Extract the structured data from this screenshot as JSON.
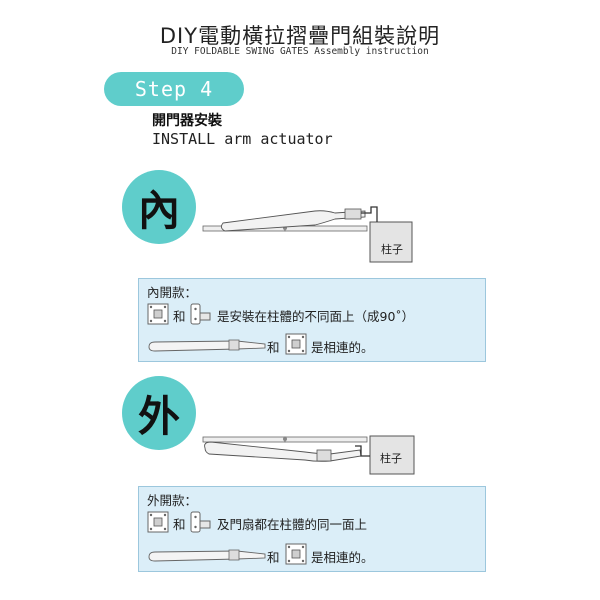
{
  "header": {
    "title": "DIY電動橫拉摺疊門組裝說明",
    "subtitle": "DIY FOLDABLE SWING GATES Assembly instruction"
  },
  "step": {
    "label": "Step 4",
    "title_cn": "開門器安裝",
    "title_en": "INSTALL arm actuator"
  },
  "section_inner": {
    "badge": "內",
    "post_label": "柱子",
    "box_title": "內開款：",
    "line1_and": "和",
    "line1_text": "是安裝在柱體的不同面上（成90˚）",
    "line2_and": "和",
    "line2_text": "是相連的。"
  },
  "section_outer": {
    "badge": "外",
    "post_label": "柱子",
    "box_title": "外開款：",
    "line1_and": "和",
    "line1_text": "及門扇都在柱體的同一面上",
    "line2_and": "和",
    "line2_text": "是相連的。"
  },
  "colors": {
    "accent": "#5fcdcb",
    "box_bg": "#dbeef8",
    "post_fill": "#e4e4e4"
  },
  "icons": [
    "mounting-plate-icon",
    "bracket-icon",
    "actuator-arm-icon"
  ]
}
